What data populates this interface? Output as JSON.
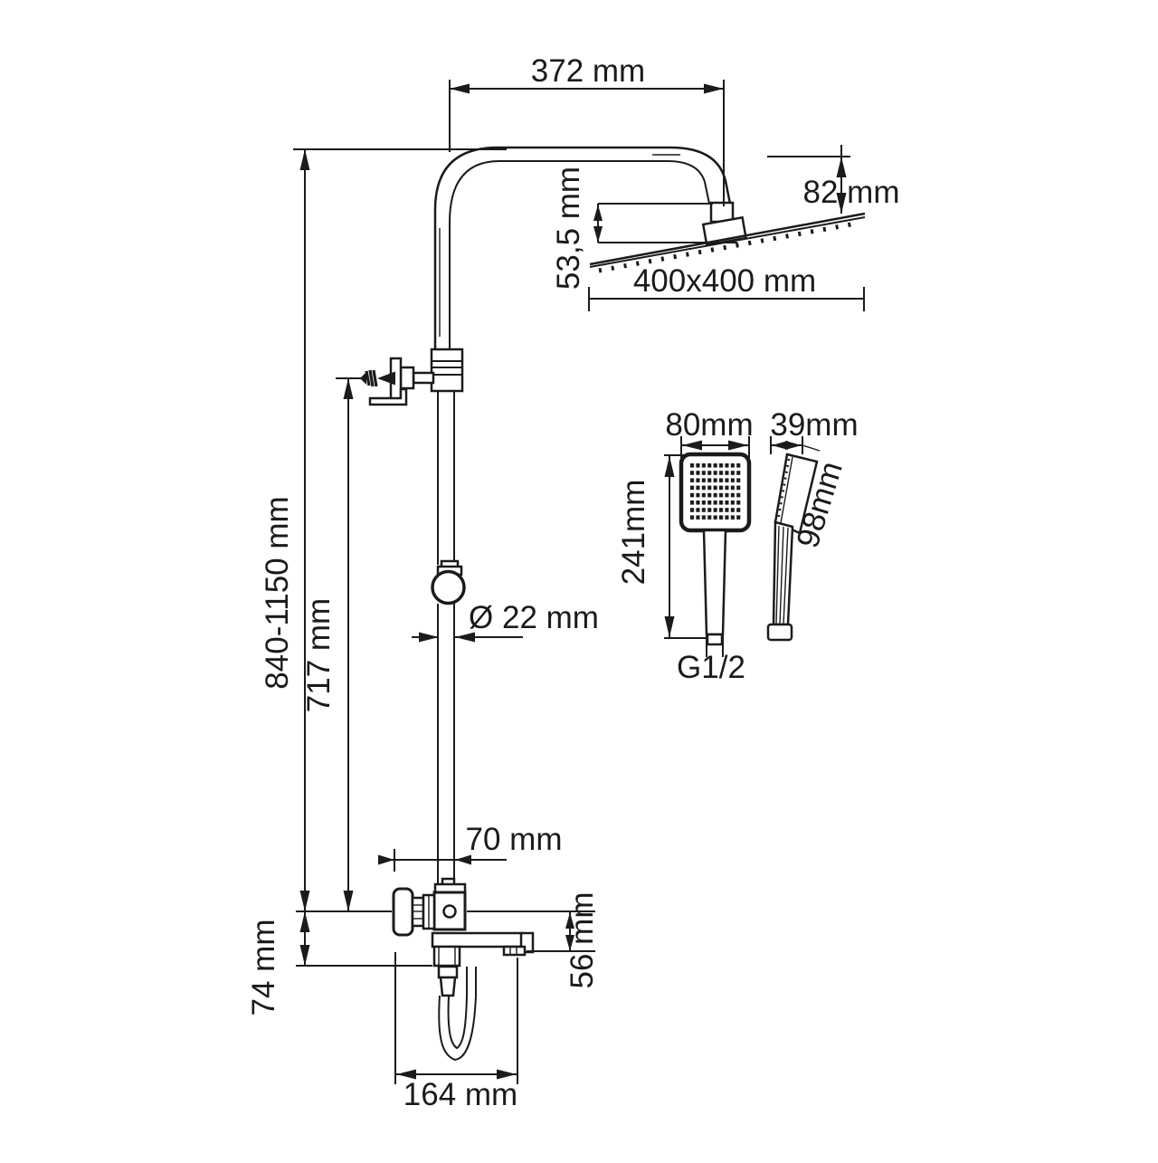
{
  "figure": {
    "background": "#ffffff",
    "ink": "#1b1b1b",
    "dimensions": {
      "overall_width": "372 mm",
      "head_drop": "82 mm",
      "head_offset": "53,5 mm",
      "head_size": "400x400 mm",
      "height_range": "840-1150 mm",
      "riser_height": "717 mm",
      "pipe_diameter": "Ø 22 mm",
      "handset_width": "80mm",
      "handset_depth": "39mm",
      "handset_length": "241mm",
      "handset_face_length": "98mm",
      "hose_thread": "G1/2",
      "wall_offset": "70 mm",
      "body_drop": "74 mm",
      "spout_drop": "56 mm",
      "spout_reach": "164 mm"
    }
  }
}
